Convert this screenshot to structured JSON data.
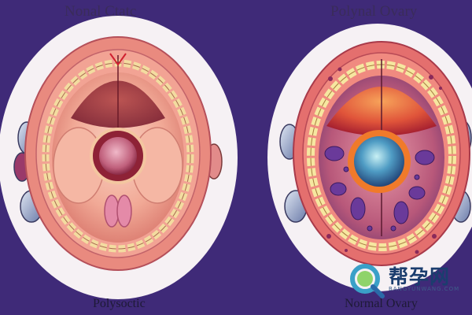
{
  "image": {
    "left_title": "Nonal Ctatc",
    "right_title": "Polynal Ovary",
    "left_caption": "Polysoctic",
    "right_caption": "Normal Ovary",
    "colors": {
      "background": "#3f2a78",
      "oval": "#f6f1f4",
      "tissue_outer": "#e98a7f",
      "tissue_inner": "#f4b7a6",
      "follicle_ring": "#f3dca0",
      "cyst_purple": "#7a4c9a",
      "center_blue": "#3f7fb0"
    }
  },
  "watermark": {
    "text": "帮孕网",
    "subtext": "BANGYUNWANG.COM",
    "logo_icon": "q-magnifier-logo-icon"
  }
}
